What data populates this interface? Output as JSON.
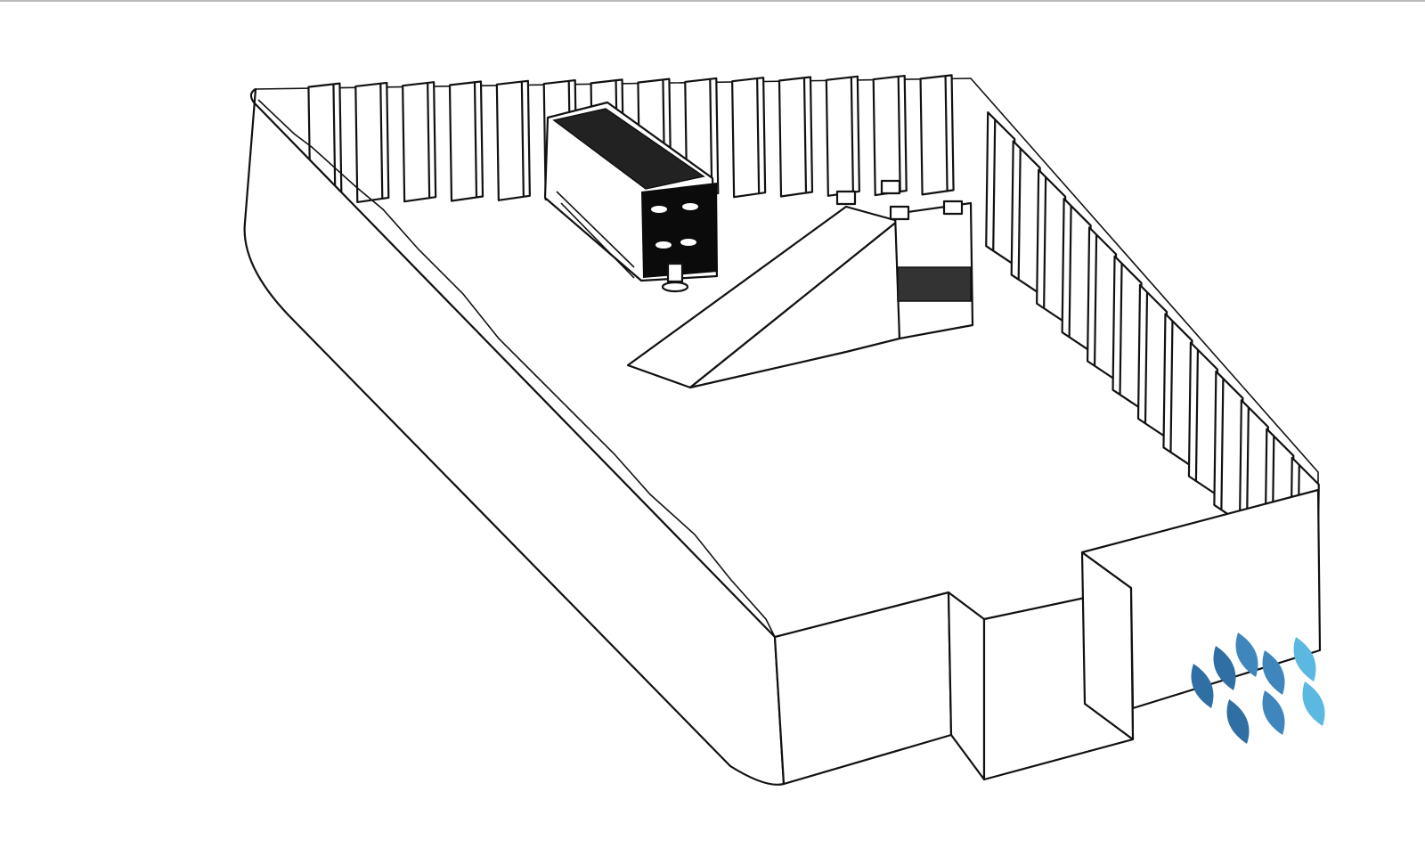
{
  "background": "#ffffff",
  "drawing": {
    "subject": "tabernacle-courtyard-sketch",
    "pillars_back_wall": 14,
    "pillars_right_wall": 13
  },
  "logo": {
    "colors": [
      "#2f6fa3",
      "#3f86bd",
      "#5bb8e0"
    ]
  }
}
